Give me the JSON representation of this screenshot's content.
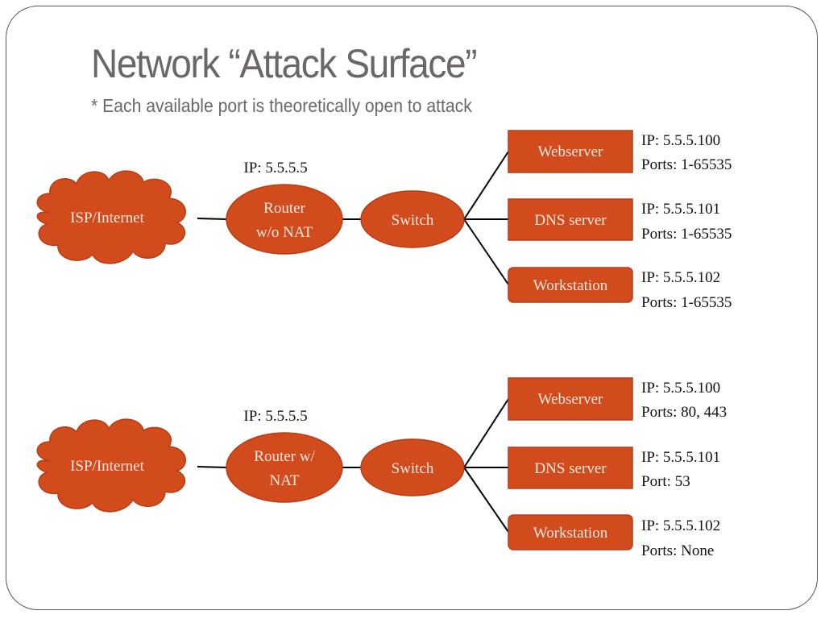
{
  "slide": {
    "title": "Network “Attack Surface”",
    "subtitle": "* Each available port is theoretically open to attack"
  },
  "colors": {
    "node_fill": "#d14b1c",
    "node_stroke": "#b53e16",
    "node_text": "#fbe9e0",
    "title_text": "#6b6766",
    "line": "#000000"
  },
  "diagrams": [
    {
      "internet_label": "ISP/Internet",
      "router_ip": "IP: 5.5.5.5",
      "router_label_line1": "Router",
      "router_label_line2": "w/o NAT",
      "switch_label": "Switch",
      "hosts": [
        {
          "label": "Webserver",
          "ip": "IP: 5.5.5.100",
          "ports": "Ports: 1-65535"
        },
        {
          "label": "DNS server",
          "ip": "IP: 5.5.5.101",
          "ports": "Ports: 1-65535"
        },
        {
          "label": "Workstation",
          "ip": "IP: 5.5.5.102",
          "ports": "Ports: 1-65535"
        }
      ]
    },
    {
      "internet_label": "ISP/Internet",
      "router_ip": "IP: 5.5.5.5",
      "router_label_line1": "Router w/",
      "router_label_line2": "NAT",
      "switch_label": "Switch",
      "hosts": [
        {
          "label": "Webserver",
          "ip": "IP: 5.5.5.100",
          "ports": "Ports: 80, 443"
        },
        {
          "label": "DNS server",
          "ip": "IP: 5.5.5.101",
          "ports": "Port: 53"
        },
        {
          "label": "Workstation",
          "ip": "IP: 5.5.5.102",
          "ports": "Ports: None"
        }
      ]
    }
  ]
}
